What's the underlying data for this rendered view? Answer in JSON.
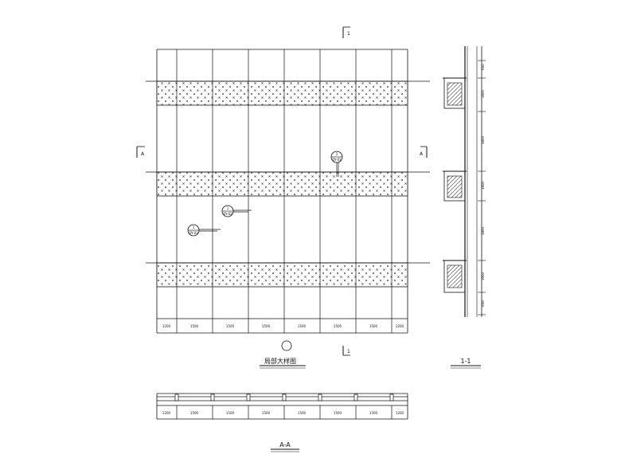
{
  "elevation": {
    "section_mark_top": "1",
    "section_mark_bottom": "1",
    "section_mark_left": "A",
    "section_mark_right": "A",
    "column_widths": [
      "1200",
      "1500",
      "1500",
      "1500",
      "1500",
      "1500",
      "1500",
      "1200"
    ],
    "callouts": [
      {
        "top": "1",
        "bottom": "DY-01"
      },
      {
        "top": "1",
        "bottom": "DY-02"
      },
      {
        "top": "1",
        "bottom": "DY-03"
      }
    ],
    "title": "局部大样图"
  },
  "section_1_1": {
    "dims": [
      "600",
      "1600",
      "3800",
      "1600",
      "3800",
      "1600",
      "600"
    ],
    "title": "1-1"
  },
  "plan_a_a": {
    "column_widths": [
      "1200",
      "1500",
      "1500",
      "1500",
      "1500",
      "1500",
      "1500",
      "1200"
    ],
    "title": "A-A"
  },
  "colors": {
    "line": "#111111",
    "hatch": "#333333",
    "background": "#ffffff"
  }
}
